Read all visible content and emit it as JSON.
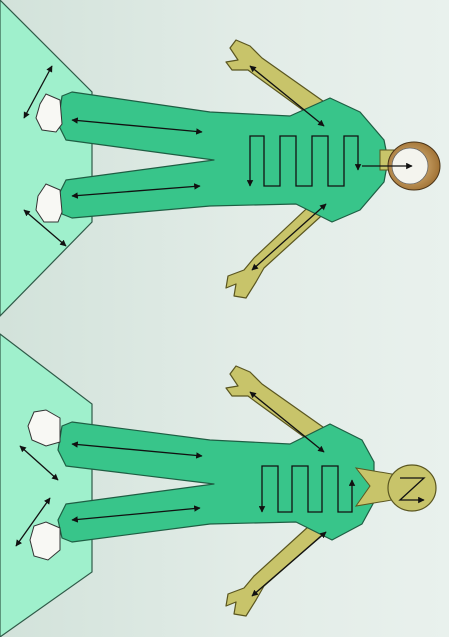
{
  "figure": {
    "panels": [
      {
        "id": "top",
        "head_style": "hair"
      },
      {
        "id": "bottom",
        "head_style": "face"
      }
    ]
  },
  "colors": {
    "background": "#dfe9e4",
    "floor": "#9ff0cc",
    "floor_edge": "#2f5a48",
    "suit": "#38c58a",
    "suit_edge": "#1e5e43",
    "skin": "#c8c46a",
    "skin_edge": "#5a5620",
    "hair": "#b07a3a",
    "face": "#f4f4ee",
    "arrow": "#111111"
  },
  "icons": {
    "figures": "person-outline-icon",
    "arrows": "double-arrow-icon"
  }
}
